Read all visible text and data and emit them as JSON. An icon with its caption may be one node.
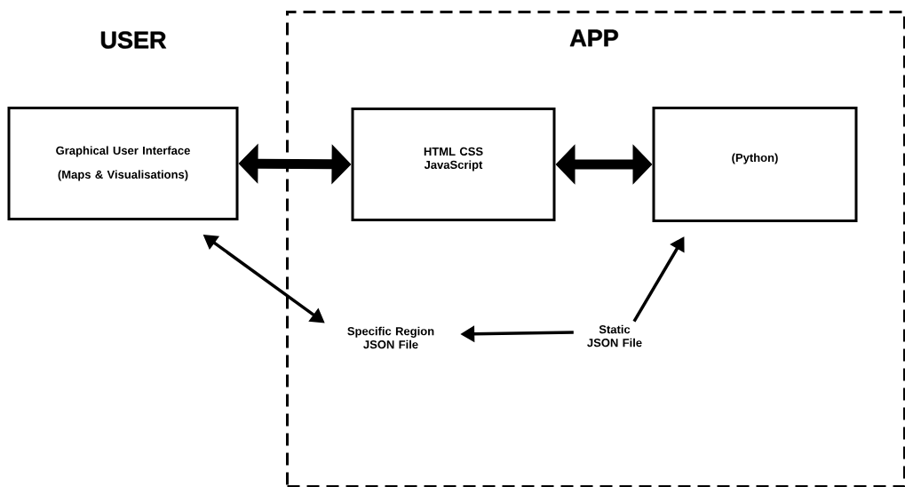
{
  "diagram": {
    "nodes": [
      {
        "text": [
          "Graphical User Interface",
          "(Maps & Visualisations)"
        ]
      },
      {
        "text": [
          "APP"
        ]
      },
      {
        "text": [
          "HTML CSS JavaScript"
        ],
        "in": 1
      },
      {
        "text": [
          "(Python)"
        ],
        "in": 1
      },
      {
        "text": [
          "Specific Region JSON File"
        ],
        "in": 1
      },
      {
        "text": [
          "Static JSON File"
        ],
        "in": 1
      }
    ],
    "edges": [
      {
        "from": 0,
        "to": 2,
        "arrow": "both",
        "style": "thick"
      },
      {
        "from": 2,
        "to": 3,
        "arrow": "both",
        "style": "thick"
      },
      {
        "from": 0,
        "to": 4,
        "arrow": "both"
      },
      {
        "from": 5,
        "to": 4,
        "arrow": "to"
      },
      {
        "from": 5,
        "to": 3,
        "arrow": "to"
      }
    ],
    "labels": [
      "USER"
    ]
  }
}
